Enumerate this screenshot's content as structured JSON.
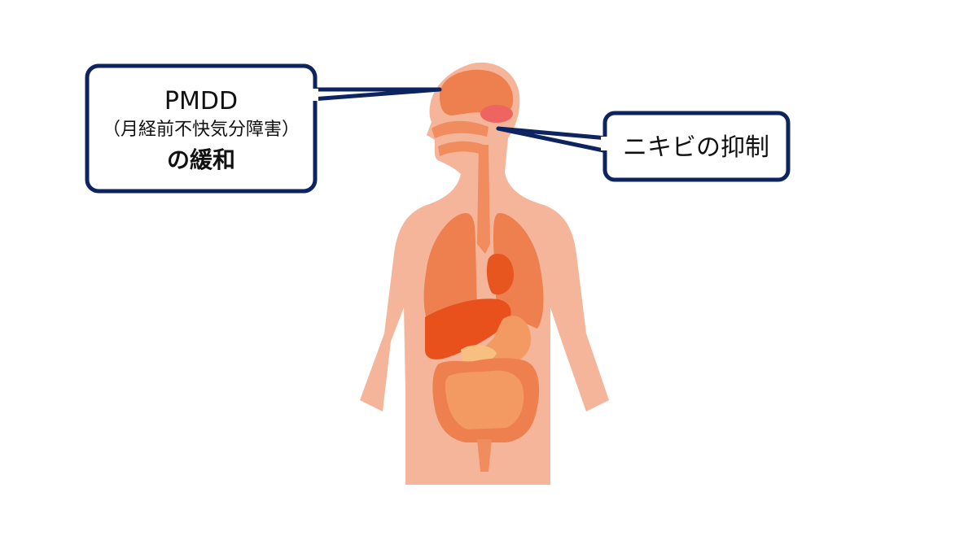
{
  "callouts": {
    "left": {
      "line1": "PMDD",
      "line2": "（月経前不快気分障害）",
      "line3": "の緩和"
    },
    "right": {
      "text": "ニキビの抑制"
    }
  },
  "colors": {
    "skin": "#F5B59A",
    "organ_light": "#F08C5E",
    "organ_mid": "#EE7F4F",
    "liver": "#E8501C",
    "heart": "#E8561F",
    "intestine": "#F39A62",
    "pancreas": "#F7C080",
    "gland": "#EE6461",
    "callout_border": "#0D2461",
    "callout_fill": "#ffffff"
  },
  "icons": [
    "human-body-organs-illustration"
  ]
}
